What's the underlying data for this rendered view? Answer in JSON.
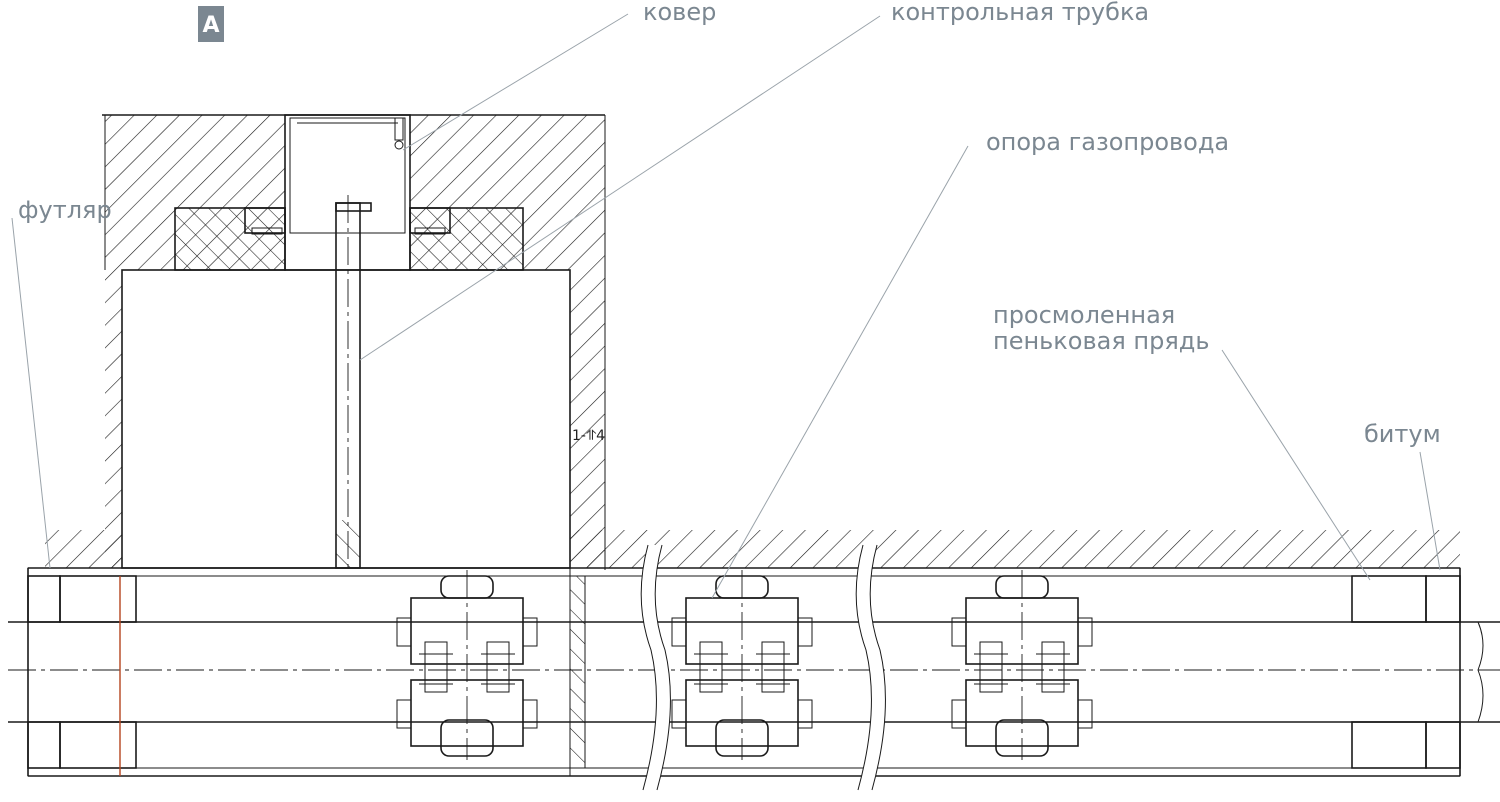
{
  "badge": "A",
  "labels": {
    "kover": "ковер",
    "kontrolnaya_trubka": "контрольная трубка",
    "futlyar": "футляр",
    "opora": "опора газопровода",
    "prosmolennaya_line1": "просмоленная",
    "prosmolennaya_line2": "пеньковая прядь",
    "bitum": "битум",
    "slope": "1-⥣4"
  },
  "colors": {
    "label": "#7b8791",
    "badge_bg": "#7b8791",
    "line": "#1a1a1a",
    "leader": "#9aa3aa",
    "red_line": "#b5441e"
  }
}
